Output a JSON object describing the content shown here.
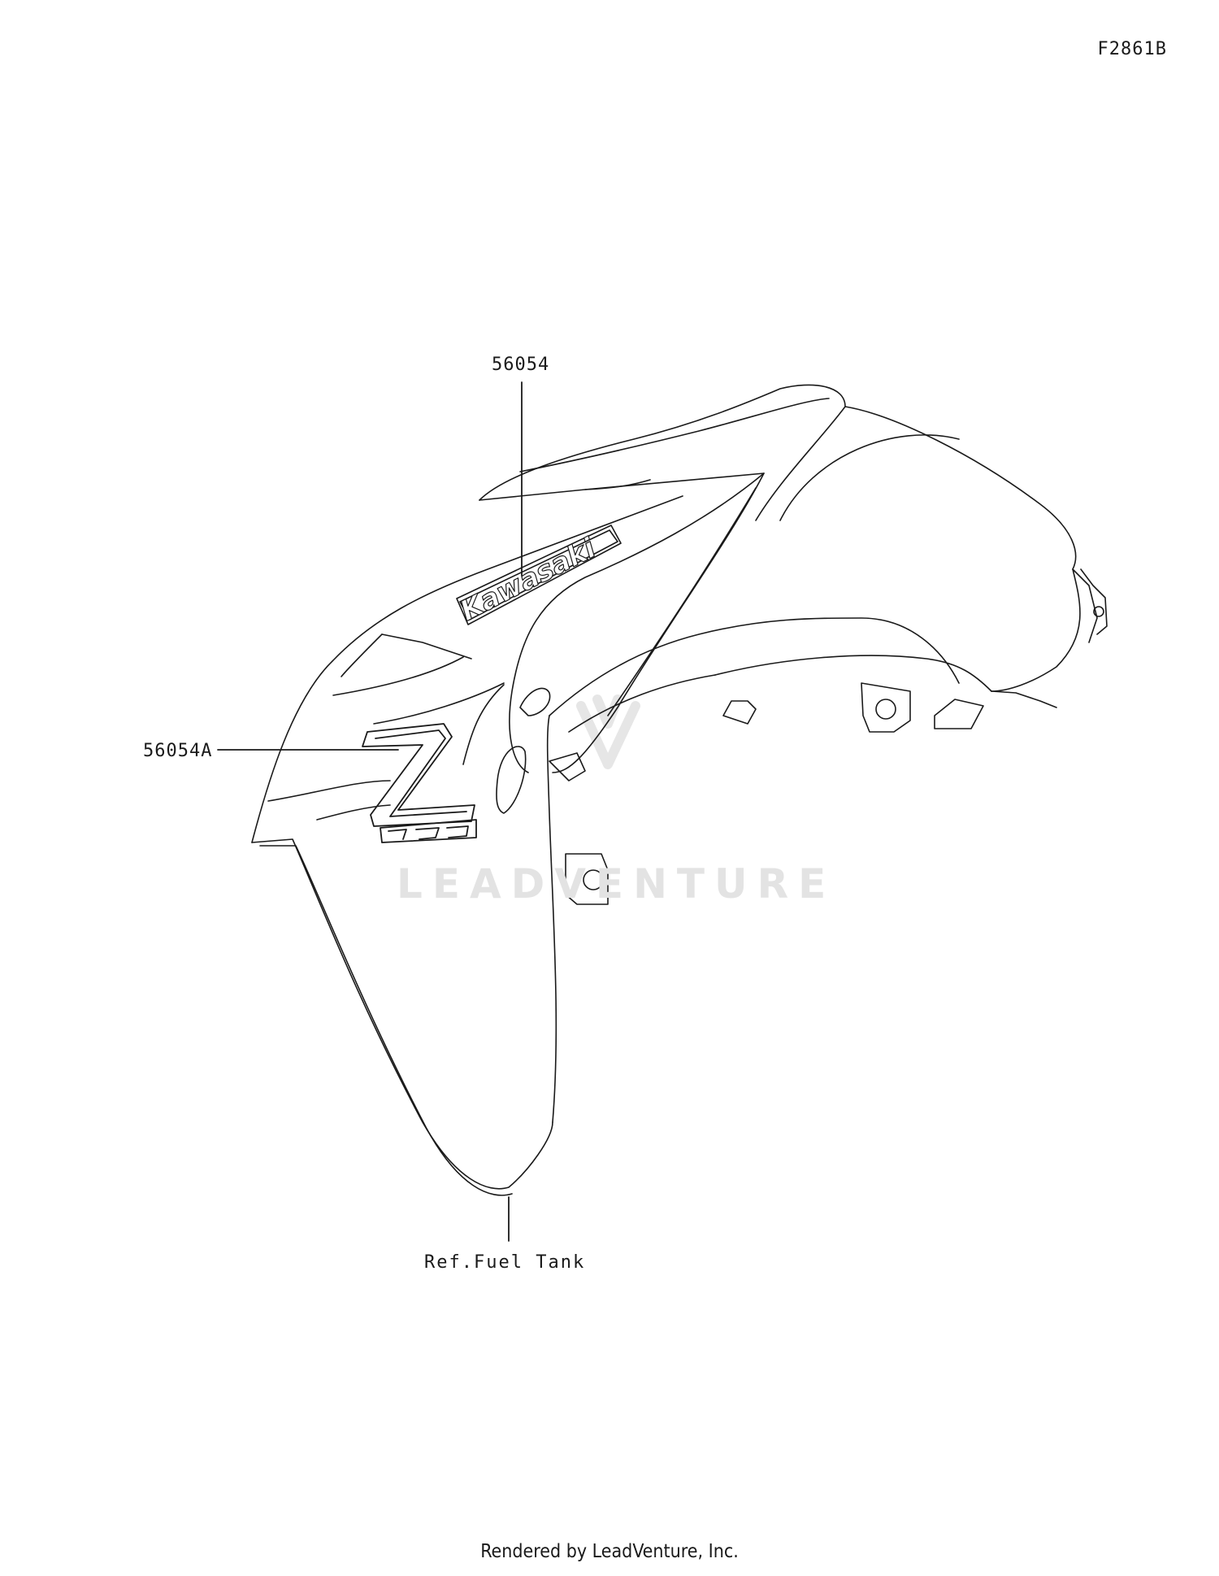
{
  "figure_code": "F2861B",
  "callouts": {
    "decal_kawasaki": "56054",
    "emblem_z125": "56054A",
    "reference": "Ref.Fuel Tank"
  },
  "decal_text": {
    "brand": "Kawasaki",
    "model": "Z125"
  },
  "watermark": "LEADVENTURE",
  "footer": "Rendered by LeadVenture, Inc."
}
